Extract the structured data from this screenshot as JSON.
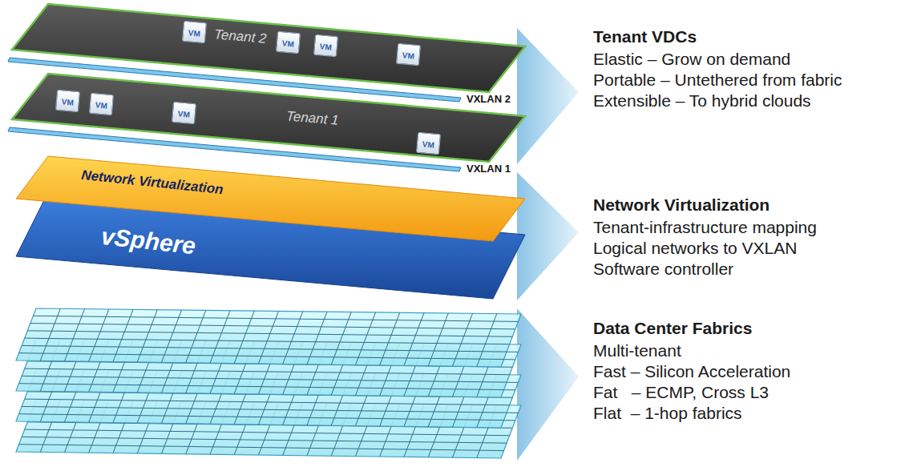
{
  "diagram": {
    "nodes": [
      {
        "text": [
          "Tenant 2"
        ]
      },
      {
        "text": [
          "VM"
        ],
        "in": 0
      },
      {
        "text": [
          "VM"
        ],
        "in": 0
      },
      {
        "text": [
          "VM"
        ],
        "in": 0
      },
      {
        "text": [
          "VM"
        ],
        "in": 0
      },
      {
        "text": [
          "Tenant 1"
        ]
      },
      {
        "text": [
          "VM"
        ],
        "in": 5
      },
      {
        "text": [
          "VM"
        ],
        "in": 5
      },
      {
        "text": [
          "VM"
        ],
        "in": 5
      },
      {
        "text": [
          "VM"
        ],
        "in": 5
      },
      {
        "text": [
          "Network Virtualization"
        ]
      },
      {
        "text": [
          "vSphere"
        ]
      }
    ],
    "labels": [
      "VXLAN 2",
      "VXLAN 1",
      "Tenant VDCs",
      "Elastic – Grow on demand",
      "Portable – Untethered from fabric",
      "Extensible – To hybrid clouds",
      "Network Virtualization",
      "Tenant-infrastructure mapping",
      "Logical networks to VXLAN",
      "Software controller",
      "Data Center Fabrics",
      "Multi-tenant",
      "Fast – Silicon Acceleration",
      "Fat   – ECMP, Cross L3",
      "Flat  – 1-hop fabrics"
    ]
  }
}
